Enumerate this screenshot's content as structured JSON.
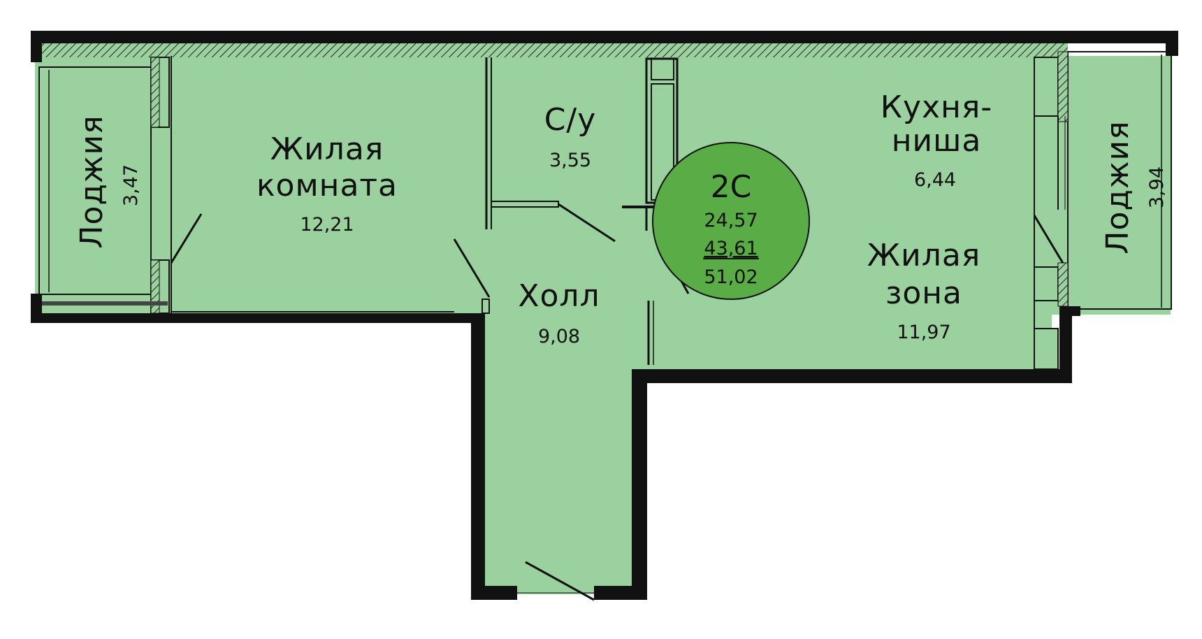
{
  "colors": {
    "floor": "#9bd09f",
    "wall": "#111111",
    "badge": "#5aac46",
    "text": "#111111"
  },
  "rooms": {
    "loggia_left": {
      "name": "Лоджия",
      "area": "3,47"
    },
    "living_room": {
      "name_line1": "Жилая",
      "name_line2": "комната",
      "area": "12,21"
    },
    "bathroom": {
      "name": "С/у",
      "area": "3,55"
    },
    "hall": {
      "name": "Холл",
      "area": "9,08"
    },
    "kitchen": {
      "name_line1": "Кухня-",
      "name_line2": "ниша",
      "area": "6,44"
    },
    "living_zone": {
      "name_line1": "Жилая",
      "name_line2": "зона",
      "area": "11,97"
    },
    "loggia_right": {
      "name": "Лоджия",
      "area": "3,94"
    }
  },
  "badge": {
    "type": "2С",
    "area_living": "24,57",
    "area_total": "43,61",
    "area_with_loggias": "51,02"
  }
}
